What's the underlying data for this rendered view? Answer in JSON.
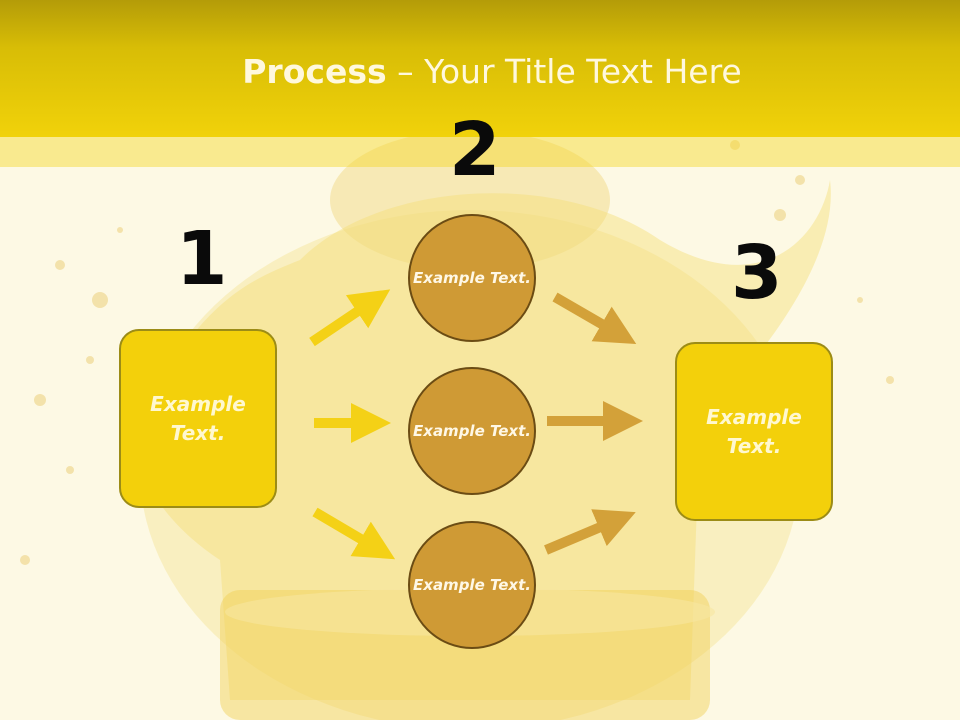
{
  "title": {
    "bold": "Process",
    "rest": " – Your Title Text Here"
  },
  "steps": [
    {
      "number": "1",
      "text": "Example Text."
    },
    {
      "number": "2",
      "items": [
        "Example Text.",
        "Example Text.",
        "Example Text."
      ]
    },
    {
      "number": "3",
      "text": "Example Text."
    }
  ],
  "colors": {
    "header": "#f1d20a",
    "box_fill": "#f3d00b",
    "circle_fill": "#cf9a35",
    "arrow_yellow": "#f4d116",
    "arrow_gold": "#d3a139"
  }
}
